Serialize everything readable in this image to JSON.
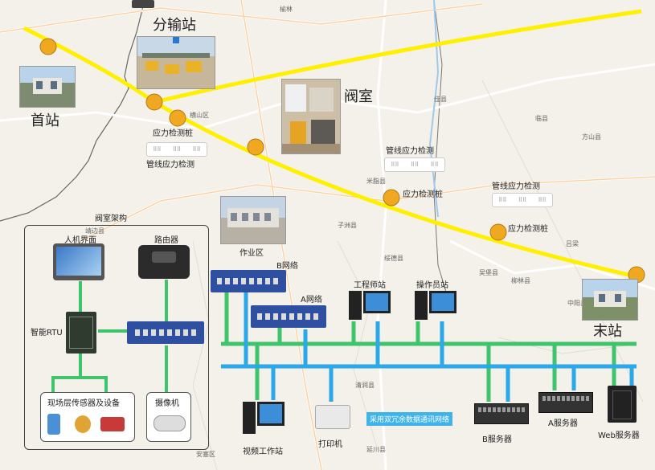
{
  "stations": {
    "head": "首站",
    "branch": "分输站",
    "valve": "阀室",
    "end": "末站",
    "work_area": "作业区"
  },
  "pipeline": {
    "stress_pile_1": "应力检测桩",
    "stress_pile_1_sub": "管线应力检测",
    "stress_pile_2_top": "管线应力检测",
    "stress_pile_2": "应力检测桩",
    "stress_pile_3_top": "管线应力检测",
    "stress_pile_3": "应力检测桩"
  },
  "network": {
    "b_net": "B网络",
    "a_net": "A网络",
    "engineer": "工程师站",
    "operator": "操作员站",
    "video": "视频工作站",
    "printer": "打印机",
    "redundant": "采用双冗余数据通讯网络",
    "b_server": "B服务器",
    "a_server": "A服务器",
    "web_server": "Web服务器"
  },
  "valve_arch": {
    "title": "阀室架构",
    "hmi": "人机界面",
    "router": "路由器",
    "rtu": "智能RTU",
    "field": "现场层传感器及设备",
    "camera": "摄像机"
  },
  "map_places": {
    "yulin": "榆林",
    "hengshan": "横山区",
    "jiaxian": "佳县",
    "lin": "临县",
    "fangshan": "方山县",
    "mizhi": "米脂县",
    "zizhou": "子洲县",
    "suide": "绥德县",
    "wubao": "吴堡县",
    "liulin": "柳林县",
    "lvliang": "吕梁",
    "zhongyang": "中阳县",
    "qingjian": "清涧县",
    "yanchuan": "延川县",
    "ansai": "安塞区",
    "jingbian": "靖边县"
  },
  "colors": {
    "pipeline": "#fff000",
    "node": "#f0a820",
    "net_green": "#3ec46a",
    "net_blue": "#2aa8e8"
  }
}
